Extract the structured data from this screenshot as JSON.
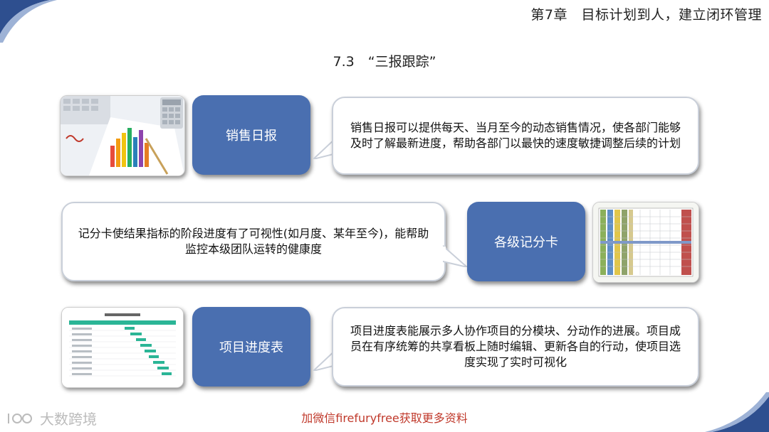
{
  "header": {
    "chapter": "第7章　目标计划到人，建立闭环管理",
    "section": "7.3　“三报跟踪”"
  },
  "rows": [
    {
      "label": "销售日报",
      "description": "销售日报可以提供每天、当月至今的动态销售情况，使各部门能够及时了解最新进度，帮助各部门以最快的速度敏捷调整后续的计划"
    },
    {
      "label": "各级记分卡",
      "description": "记分卡使结果指标的阶段进度有了可视性(如月度、某年至今)，能帮助监控本级团队运转的健康度"
    },
    {
      "label": "项目进度表",
      "description": "项目进度表能展示多人协作项目的分模块、分动作的进展。项目成员在有序统筹的共享看板上随时编辑、更新各自的行动，使项目选度实现了实时可视化"
    }
  ],
  "footer": {
    "note": "加微信firefuryfree获取更多资料",
    "watermark": "大数跨境"
  },
  "colors": {
    "label_bg": "#4a6fb0",
    "corner_accent": "#2e4f8f",
    "footer_text": "#c0392b"
  }
}
